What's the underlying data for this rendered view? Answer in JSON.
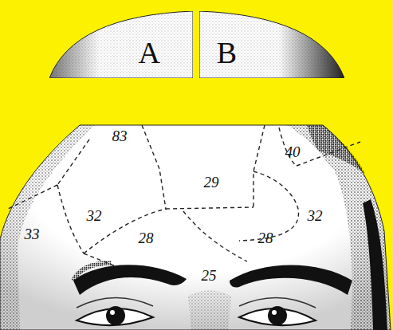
{
  "diagram": {
    "nodes": [
      {
        "text": [
          "A"
        ]
      },
      {
        "text": [
          "B"
        ]
      }
    ],
    "labels": [
      "83",
      "40",
      "29",
      "32",
      "32",
      "33",
      "28",
      "28",
      "25"
    ]
  }
}
